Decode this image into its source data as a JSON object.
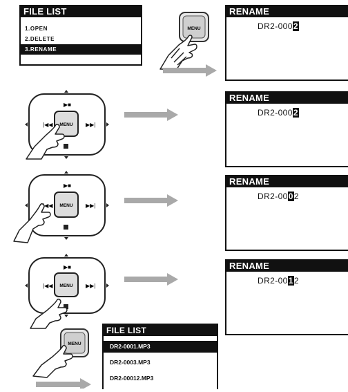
{
  "file_list_top": {
    "title": "FILE LIST",
    "items": [
      "1.OPEN",
      "2.DELETE",
      "3.RENAME"
    ],
    "selected_index": 2
  },
  "menu_button_label": "MENU",
  "rename_screens": [
    {
      "title": "RENAME",
      "prefix": "DR2-000",
      "cursor_char": "2",
      "suffix": ""
    },
    {
      "title": "RENAME",
      "prefix": "DR2-000",
      "cursor_char": "2",
      "suffix": ""
    },
    {
      "title": "RENAME",
      "prefix": "DR2-00",
      "cursor_char": "0",
      "suffix": "2"
    },
    {
      "title": "RENAME",
      "prefix": "DR2-00",
      "cursor_char": "1",
      "suffix": "2"
    }
  ],
  "file_list_bottom": {
    "title": "FILE LIST",
    "items": [
      "DR2-0001.MP3",
      "DR2-0003.MP3",
      "DR2-00012.MP3"
    ],
    "selected_index": 0
  }
}
